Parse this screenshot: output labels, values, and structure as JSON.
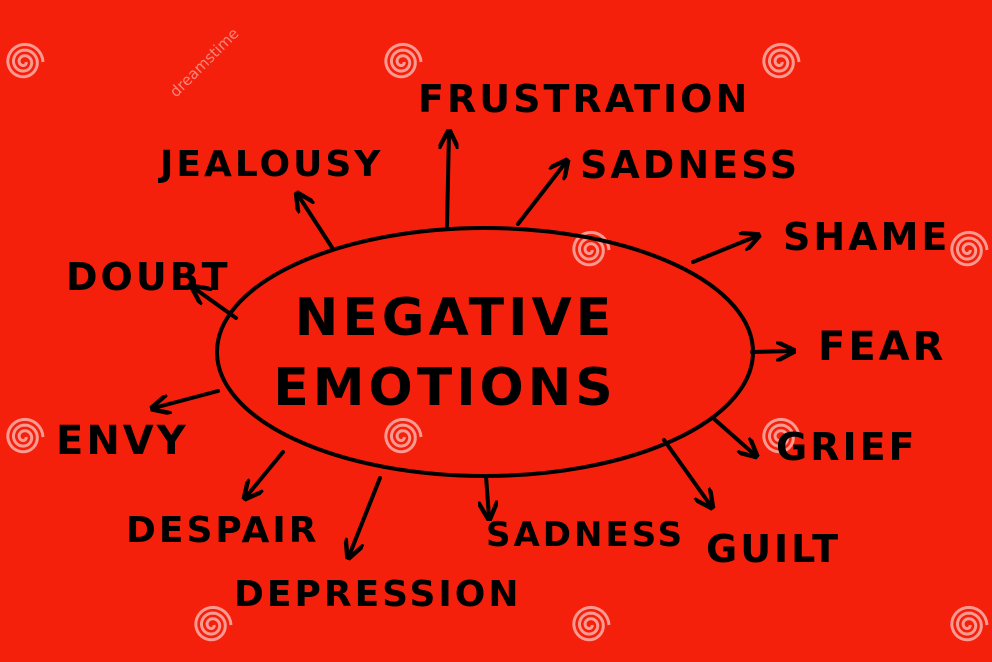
{
  "colors": {
    "background": "#f4200c",
    "ink": "#000000"
  },
  "center": {
    "line1": "NEGATIVE",
    "line2": "EMOTIONS"
  },
  "emotions": [
    "FRUSTRATION",
    "SADNESS",
    "SHAME",
    "FEAR",
    "GRIEF",
    "GUILT",
    "SADNESS",
    "DEPRESSION",
    "DESPAIR",
    "ENVY",
    "DOUBT",
    "JEALOUSY"
  ],
  "watermark": {
    "brand": "dreamstime"
  }
}
